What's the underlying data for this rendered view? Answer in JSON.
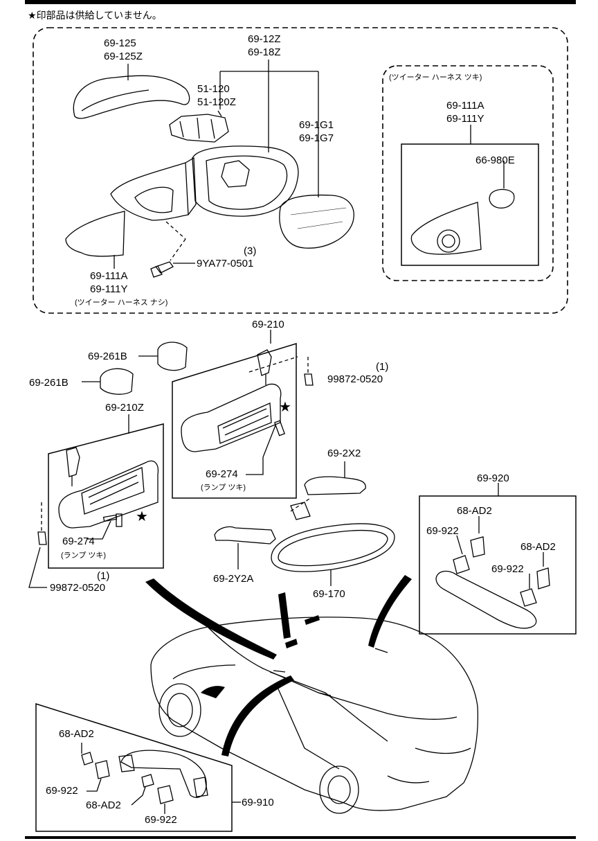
{
  "note": {
    "star": "★",
    "text": "印部品は供給していません。"
  },
  "labels": {
    "p69_125": "69-125",
    "p69_125z": "69-125Z",
    "p69_12z": "69-12Z",
    "p69_18z": "69-18Z",
    "p51_120": "51-120",
    "p51_120z": "51-120Z",
    "p69_1g1": "69-1G1",
    "p69_1g7": "69-1G7",
    "tweeter_title": "(ツイーター ハーネス ツキ)",
    "p69_111a_r": "69-111A",
    "p69_111y_r": "69-111Y",
    "p66_980e": "66-980E",
    "p9ya77_qty": "(3)",
    "p9ya77": "9YA77-0501",
    "p69_111a_l": "69-111A",
    "p69_111y_l": "69-111Y",
    "no_tweeter": "(ツイーター ハーネス ナシ)",
    "p69_210": "69-210",
    "p69_261b_a": "69-261B",
    "p69_261b_b": "69-261B",
    "p99872_qty_a": "(1)",
    "p99872_a": "99872-0520",
    "star_a": "★",
    "p69_210z": "69-210Z",
    "p69_274_a": "69-274",
    "lamp_a": "(ランプ ツキ)",
    "p69_2x2": "69-2X2",
    "p69_920": "69-920",
    "p68_ad2_a": "68-AD2",
    "p69_922_a": "69-922",
    "p68_ad2_b": "68-AD2",
    "p69_922_b": "69-922",
    "star_b": "★",
    "p69_274_b": "69-274",
    "lamp_b": "(ランプ ツキ)",
    "p99872_qty_b": "(1)",
    "p99872_b": "99872-0520",
    "p69_2y2a": "69-2Y2A",
    "p69_170": "69-170",
    "p68_ad2_c": "68-AD2",
    "p69_922_c": "69-922",
    "p68_ad2_d": "68-AD2",
    "p69_922_d": "69-922",
    "p69_910": "69-910"
  }
}
